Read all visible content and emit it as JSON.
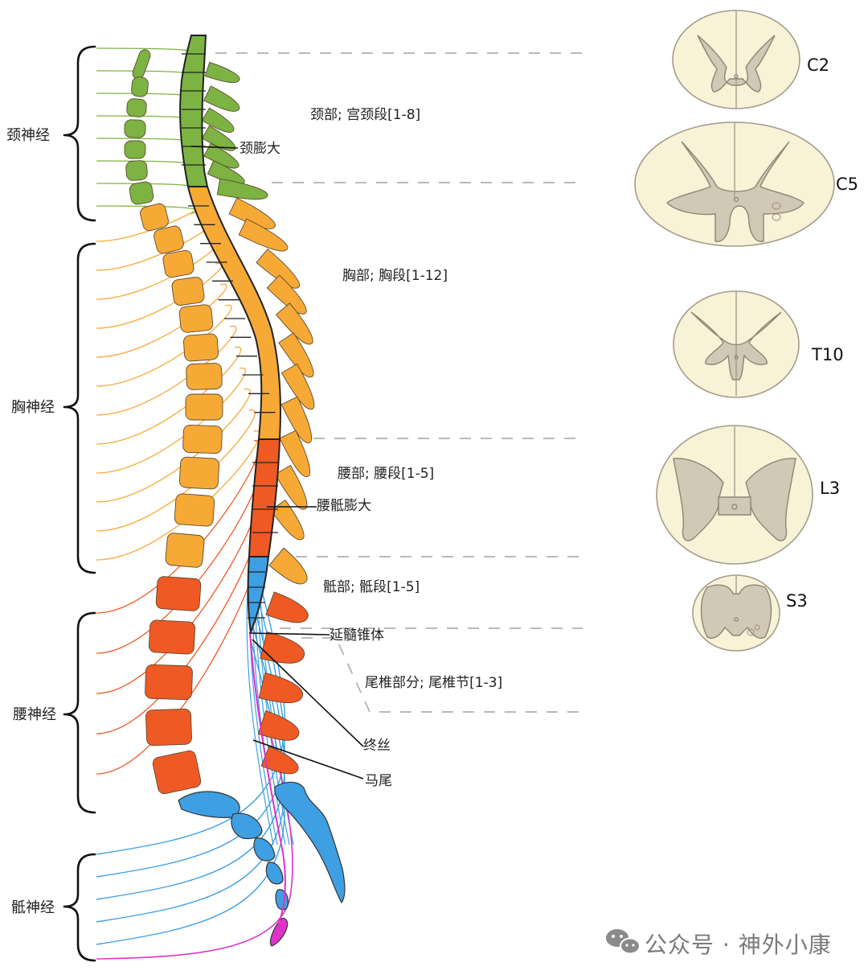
{
  "groups": {
    "cervical": "颈神经",
    "thoracic": "胸神经",
    "lumbar": "腰神经",
    "sacral": "骶神经"
  },
  "sections": {
    "cervical": "颈部; 宫颈段[1-8]",
    "thoracic": "胸部; 胸段[1-12]",
    "lumbar": "腰部; 腰段[1-5]",
    "sacral": "骶部; 骶段[1-5]",
    "coccygeal": "尾椎部分; 尾椎节[1-3]"
  },
  "pointers": {
    "cervical_enlargement": "颈膨大",
    "lumbosacral_enlargement": "腰骶膨大",
    "conus": "延髓锥体",
    "filum": "终丝",
    "cauda": "马尾"
  },
  "levels": [
    "C2",
    "C5",
    "T10",
    "L3",
    "S3"
  ],
  "watermark": {
    "icon": "wechat-icon",
    "text": "公众号 · 神外小康"
  },
  "colors": {
    "cervical": "#7cb342",
    "thoracic": "#f7a936",
    "lumbar": "#ef5a24",
    "sacral": "#3f9fe3",
    "coccygeal": "#e032c8"
  }
}
